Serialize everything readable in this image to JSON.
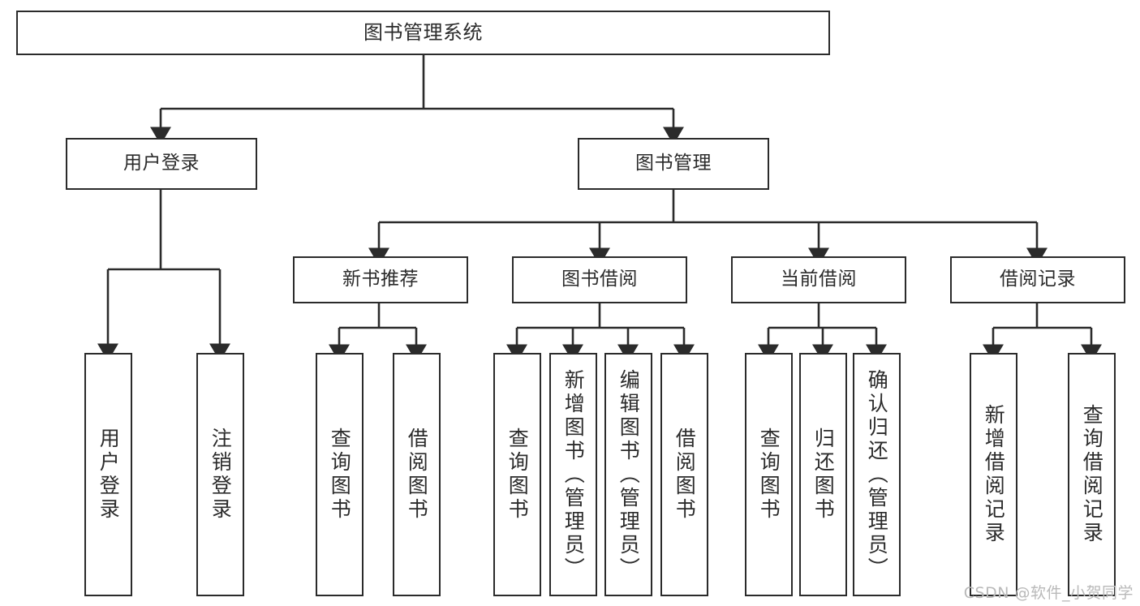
{
  "diagram": {
    "title": "图书管理系统",
    "type": "tree",
    "root": {
      "label": "图书管理系统"
    },
    "level2": [
      {
        "label": "用户登录"
      },
      {
        "label": "图书管理"
      }
    ],
    "level3": [
      {
        "label": "新书推荐"
      },
      {
        "label": "图书借阅"
      },
      {
        "label": "当前借阅"
      },
      {
        "label": "借阅记录"
      }
    ],
    "leaves": {
      "user_login": [
        {
          "label": "用户登录"
        },
        {
          "label": "注销登录"
        }
      ],
      "new_book_recommend": [
        {
          "label": "查询图书"
        },
        {
          "label": "借阅图书"
        }
      ],
      "book_borrow": [
        {
          "label": "查询图书"
        },
        {
          "label": "新增图书（管理员）"
        },
        {
          "label": "编辑图书（管理员）"
        },
        {
          "label": "借阅图书"
        }
      ],
      "current_borrow": [
        {
          "label": "查询图书"
        },
        {
          "label": "归还图书"
        },
        {
          "label": "确认归还（管理员）"
        }
      ],
      "borrow_records": [
        {
          "label": "新增借阅记录"
        },
        {
          "label": "查询借阅记录"
        }
      ]
    }
  },
  "watermark": {
    "text": "CSDN @软件_小贺同学"
  },
  "colors": {
    "stroke": "#2b2b2b",
    "text": "#2b2b2b",
    "background": "#ffffff",
    "watermark": "#b9b9b9"
  }
}
